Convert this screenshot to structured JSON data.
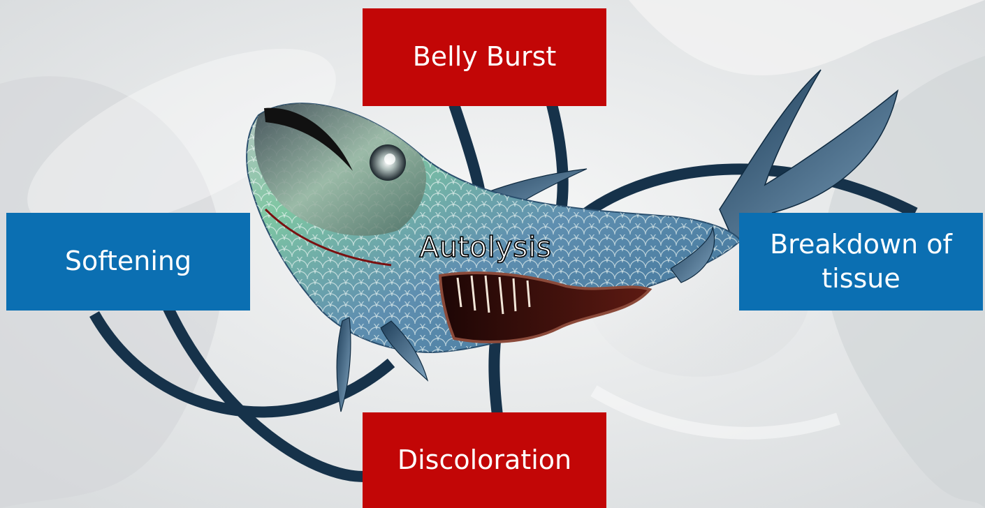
{
  "diagram": {
    "center_label": "Autolysis",
    "nodes": {
      "top": "Belly Burst",
      "bottom": "Discoloration",
      "left": "Softening",
      "right_line1": "Breakdown of",
      "right_line2": "tissue"
    }
  },
  "colors": {
    "red_box": "#c20606",
    "blue_box": "#0b6fb2",
    "rings": "#16324a",
    "background": "#e9ebec"
  }
}
